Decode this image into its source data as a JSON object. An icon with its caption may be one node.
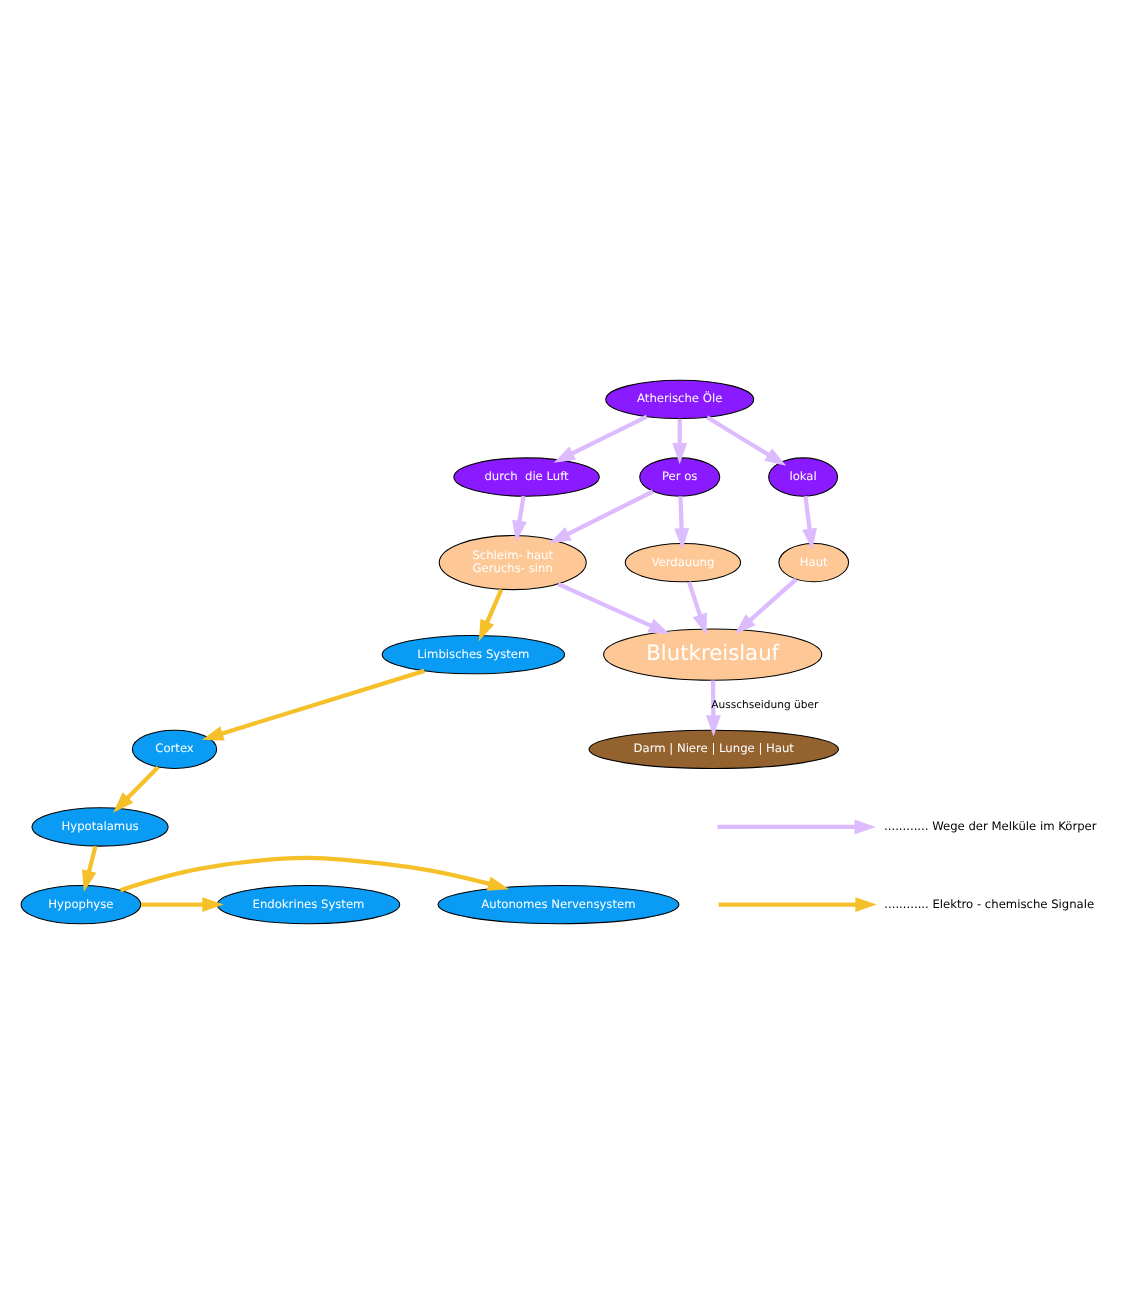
{
  "diagram": {
    "nodes": [
      {
        "text": [
          "Atherische Öle"
        ]
      },
      {
        "text": [
          "Per os"
        ]
      },
      {
        "text": [
          "lokal"
        ]
      },
      {
        "text": [
          "durch  die Luft"
        ]
      },
      {
        "text": [
          "Verdauung"
        ]
      },
      {
        "text": [
          "Haut"
        ]
      },
      {
        "text": [
          "Schleim- haut",
          "Geruchs- sinn"
        ]
      },
      {
        "text": [
          "Blutkreislauf"
        ]
      },
      {
        "text": [
          "Limbisches System"
        ]
      },
      {
        "text": [
          "Cortex"
        ]
      },
      {
        "text": [
          "Hypotalamus"
        ]
      },
      {
        "text": [
          "Darm | Niere | Lunge | Haut"
        ]
      },
      {
        "text": [
          "Endokrines System"
        ]
      },
      {
        "text": [
          "Hypophyse"
        ]
      },
      {
        "text": [
          "Autonomes Nervensystem"
        ]
      }
    ],
    "edges": [
      {
        "from": 0,
        "to": 1,
        "arrow": "to"
      },
      {
        "from": 0,
        "to": 2,
        "arrow": "to"
      },
      {
        "from": 0,
        "to": 3,
        "arrow": "to"
      },
      {
        "from": 1,
        "to": 4,
        "arrow": "to"
      },
      {
        "from": 1,
        "to": 6,
        "arrow": "to"
      },
      {
        "from": 2,
        "to": 5,
        "arrow": "to"
      },
      {
        "from": 3,
        "to": 6,
        "arrow": "to"
      },
      {
        "from": 4,
        "to": 7,
        "arrow": "to"
      },
      {
        "from": 5,
        "to": 7,
        "arrow": "to"
      },
      {
        "from": 6,
        "to": 7,
        "arrow": "to"
      },
      {
        "from": 6,
        "to": 8,
        "arrow": "to",
        "color": "#f5c02a"
      },
      {
        "from": 7,
        "to": 11,
        "arrow": "to",
        "label": "Ausschseidung über"
      },
      {
        "from": 8,
        "to": 9,
        "arrow": "to",
        "color": "#f5c02a"
      },
      {
        "from": 9,
        "to": 10,
        "arrow": "to",
        "color": "#f5c02a"
      },
      {
        "from": 10,
        "to": 13,
        "arrow": "to",
        "color": "#f5c02a"
      },
      {
        "from": 13,
        "to": 12,
        "arrow": "to",
        "color": "#f5c02a"
      },
      {
        "from": 13,
        "to": 14,
        "arrow": "to",
        "color": "#f5c02a"
      }
    ],
    "legend": [
      {
        "text": "............ Wege der Melküle im Körper"
      },
      {
        "text": "............ Elektro - chemische Signale"
      }
    ]
  }
}
